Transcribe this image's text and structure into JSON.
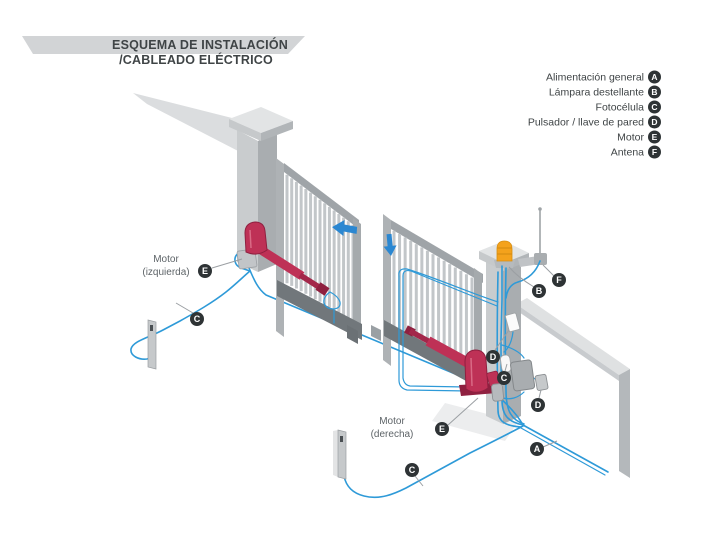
{
  "title": {
    "line1": "ESQUEMA DE INSTALACIÓN",
    "line2": "/CABLEADO ELÉCTRICO"
  },
  "legend": {
    "items": [
      {
        "key": "A",
        "label": "Alimentación general"
      },
      {
        "key": "B",
        "label": "Lámpara destellante"
      },
      {
        "key": "C",
        "label": "Fotocélula"
      },
      {
        "key": "D",
        "label": "Pulsador / llave de pared"
      },
      {
        "key": "E",
        "label": "Motor"
      },
      {
        "key": "F",
        "label": "Antena"
      }
    ]
  },
  "diagram": {
    "labels": {
      "motor_left_1": "Motor",
      "motor_left_2": "(izquierda)",
      "motor_right_1": "Motor",
      "motor_right_2": "(derecha)"
    },
    "markers": [
      {
        "letter": "E",
        "target": "motor-left"
      },
      {
        "letter": "C",
        "target": "photocell-left"
      },
      {
        "letter": "B",
        "target": "flashing-lamp"
      },
      {
        "letter": "F",
        "target": "antenna"
      },
      {
        "letter": "D",
        "target": "wall-switch-upper"
      },
      {
        "letter": "C",
        "target": "photocell-pillar"
      },
      {
        "letter": "D",
        "target": "wall-switch-lower"
      },
      {
        "letter": "E",
        "target": "motor-right"
      },
      {
        "letter": "C",
        "target": "photocell-bottom"
      },
      {
        "letter": "A",
        "target": "power-supply"
      }
    ],
    "colors": {
      "cable_blue": "#2E9AD8",
      "arrow_blue": "#2B87D1",
      "motor_red": "#BE3156",
      "motor_red_dark": "#8F2040",
      "lamp_orange": "#F4A21C",
      "badge_dark": "#2E3335",
      "wall_gray": "#D8DADC",
      "gate_gray": "#9FA4A8",
      "text_dark": "#3F4446"
    }
  }
}
